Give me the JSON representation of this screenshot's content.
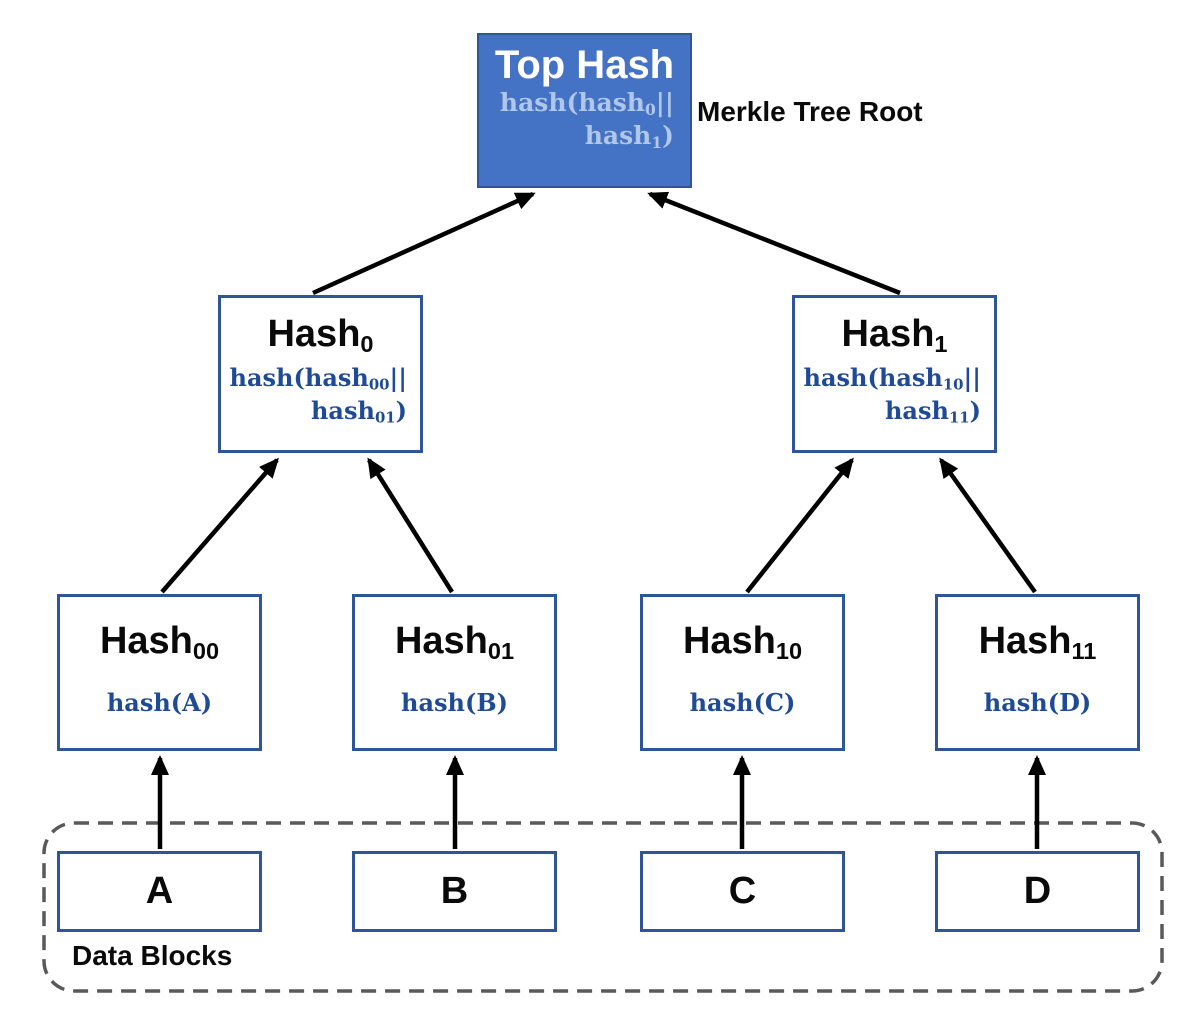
{
  "labels": {
    "merkle_root": "Merkle Tree Root",
    "data_blocks": "Data Blocks"
  },
  "top_hash": {
    "title": "Top Hash",
    "l1_pre": "hash(hash",
    "l1_sub": "0",
    "l1_post": "||",
    "l2_pre": "hash",
    "l2_sub": "1",
    "l2_post": ")"
  },
  "internal_nodes": [
    {
      "title": "Hash",
      "title_sub": "0",
      "l1_pre": "hash(hash",
      "l1_sub": "00",
      "l1_post": "||",
      "l2_pre": "hash",
      "l2_sub": "01",
      "l2_post": ")"
    },
    {
      "title": "Hash",
      "title_sub": "1",
      "l1_pre": "hash(hash",
      "l1_sub": "10",
      "l1_post": "||",
      "l2_pre": "hash",
      "l2_sub": "11",
      "l2_post": ")"
    }
  ],
  "leaf_nodes": [
    {
      "title": "Hash",
      "title_sub": "00",
      "formula": "hash(A)"
    },
    {
      "title": "Hash",
      "title_sub": "01",
      "formula": "hash(B)"
    },
    {
      "title": "Hash",
      "title_sub": "10",
      "formula": "hash(C)"
    },
    {
      "title": "Hash",
      "title_sub": "11",
      "formula": "hash(D)"
    }
  ],
  "data_blocks": [
    "A",
    "B",
    "C",
    "D"
  ],
  "colors": {
    "node_fill": "#4472C4",
    "node_border": "#2E5597",
    "formula_blue": "#1F4A96",
    "formula_light_blue": "#B0C7E9",
    "arrow_black": "#000000",
    "dashed_gray": "#595959"
  }
}
